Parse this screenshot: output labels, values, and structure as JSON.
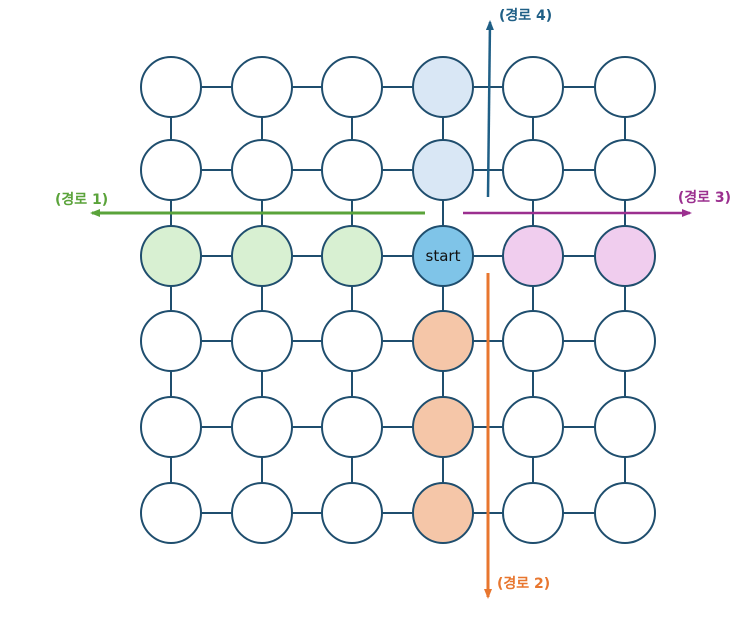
{
  "grid": {
    "rows": 6,
    "cols": 6,
    "start": [
      2,
      3
    ]
  },
  "start_label": "start",
  "colors": {
    "default_fill": "#ffffff",
    "node_stroke": "#1f4e6e",
    "start_fill": "#7fc4e8",
    "path1_fill": "#d8f0d2",
    "path2_fill": "#f5c6a8",
    "path3_fill": "#f0cdee",
    "path4_fill": "#d9e7f5"
  },
  "paths": [
    {
      "id": "path-1",
      "label": "(경로 1)",
      "direction": "left",
      "color": "#5aa33a",
      "cells": [
        [
          2,
          0
        ],
        [
          2,
          1
        ],
        [
          2,
          2
        ]
      ]
    },
    {
      "id": "path-2",
      "label": "(경로 2)",
      "direction": "down",
      "color": "#e8762e",
      "cells": [
        [
          3,
          3
        ],
        [
          4,
          3
        ],
        [
          5,
          3
        ]
      ]
    },
    {
      "id": "path-3",
      "label": "(경로 3)",
      "direction": "right",
      "color": "#9b2f8f",
      "cells": [
        [
          2,
          4
        ],
        [
          2,
          5
        ]
      ]
    },
    {
      "id": "path-4",
      "label": "(경로 4)",
      "direction": "up",
      "color": "#1f5f86",
      "cells": [
        [
          0,
          3
        ],
        [
          1,
          3
        ]
      ]
    }
  ]
}
